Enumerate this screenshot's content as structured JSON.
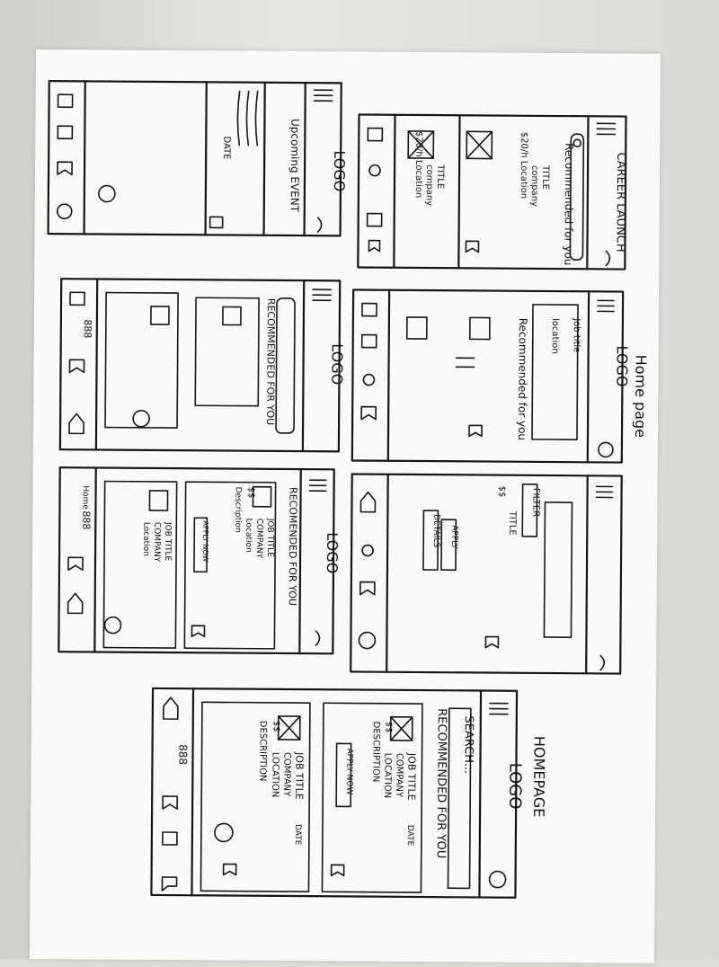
{
  "page_labels": {
    "homepage_top": "Home page",
    "homepage_bottom": "HOMEPAGE"
  },
  "frame1": {
    "search": "CAREER LAUNCH",
    "section": "Recommended for you",
    "card_title": "TITLE",
    "card_company": "company",
    "card_meta": "$20/h Location"
  },
  "frame2": {
    "logo": "LOGO",
    "section": "Upcoming EVENT",
    "date": "DATE"
  },
  "frame3": {
    "logo": "LOGO",
    "search": "Job title",
    "location": "location",
    "section": "Recommended for you"
  },
  "frame4": {
    "logo": "LOGO",
    "section": "RECOMMENDED FOR YOU"
  },
  "frame5": {
    "filter": "FILTER",
    "card_title": "TITLE",
    "card_pay": "$$",
    "apply": "APPLY",
    "details": "DETAILS"
  },
  "frame6": {
    "logo": "LOGO",
    "section": "RECOMENDED FOR YOU",
    "card_title": "JOB TITLE",
    "card_company": "COMPANY",
    "card_location": "Location",
    "card_pay": "$$",
    "card_desc": "Description",
    "apply": "APPLY NOW",
    "nav_home": "Home",
    "nav_grid": "888"
  },
  "frame7": {
    "logo": "LOGO",
    "search": "SEARCH...",
    "section": "RECOMMENDED FOR YOU",
    "card_title": "JOB TITLE",
    "card_company": "COMPANY",
    "card_location": "LOCATION",
    "card_pay": "$$",
    "card_desc": "DESCRIPTION",
    "apply": "APPLY NOW",
    "date": "DATE",
    "nav_grid": "888"
  }
}
